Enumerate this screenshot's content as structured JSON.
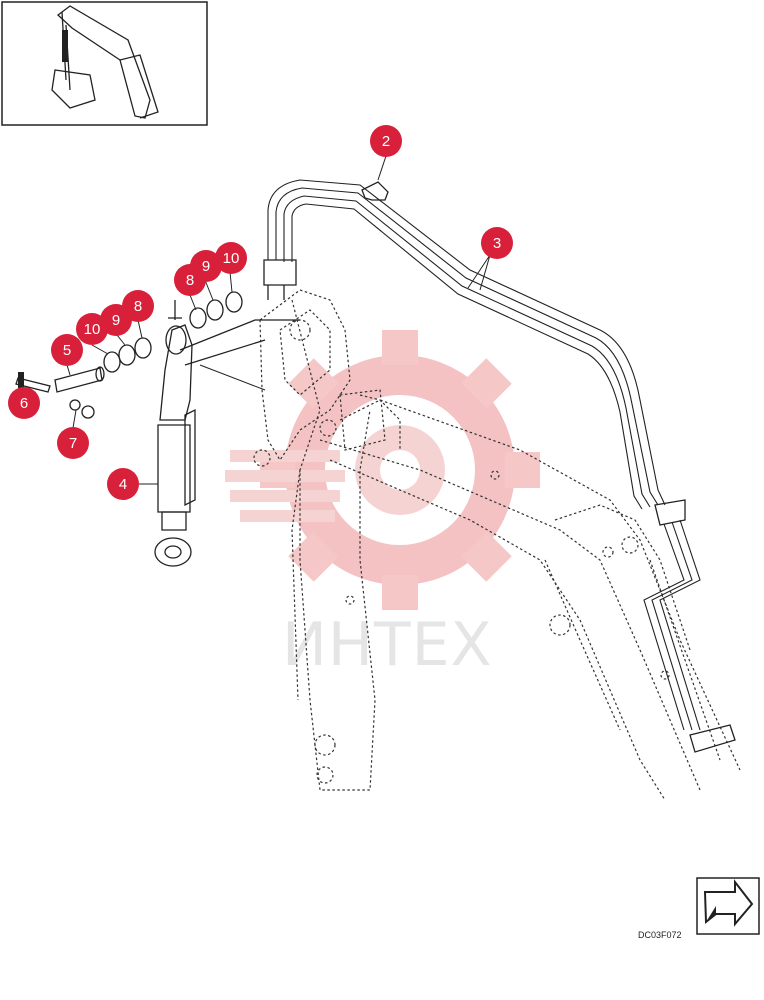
{
  "watermark": {
    "text": "ИНТЕХ",
    "color": "#f1b3b3"
  },
  "callout_color": "#d8203a",
  "callouts": [
    {
      "label": "2"
    },
    {
      "label": "3"
    },
    {
      "label": "8"
    },
    {
      "label": "9"
    },
    {
      "label": "10"
    },
    {
      "label": "10"
    },
    {
      "label": "9"
    },
    {
      "label": "8"
    },
    {
      "label": "5"
    },
    {
      "label": "6"
    },
    {
      "label": "7"
    },
    {
      "label": "4"
    }
  ],
  "drawing_code": "DC03F072",
  "icons": {
    "nav_arrow": "arrow-icon",
    "thumbnail": "excavator-arm-thumbnail"
  }
}
